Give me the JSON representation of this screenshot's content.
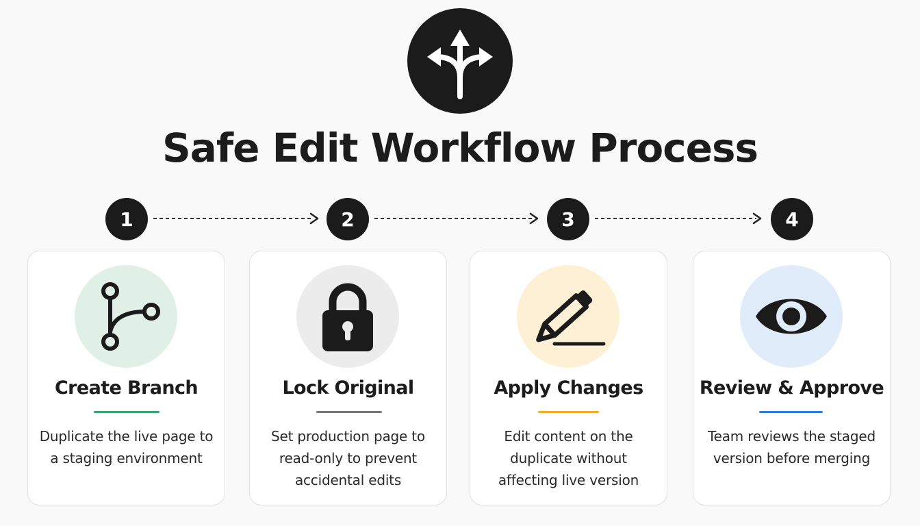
{
  "title": "Safe Edit Workflow Process",
  "hero_icon": "split-arrows-icon",
  "steps": [
    {
      "number": "1",
      "title": "Create Branch",
      "description": "Duplicate the live page to a staging environment",
      "icon": "git-branch-icon",
      "accent": "#3aa374",
      "icon_bg": "#e1f0e7"
    },
    {
      "number": "2",
      "title": "Lock Original",
      "description": "Set production page to read-only to prevent accidental edits",
      "icon": "lock-icon",
      "accent": "#777777",
      "icon_bg": "#ececec"
    },
    {
      "number": "3",
      "title": "Apply Changes",
      "description": "Edit content on the duplicate without affecting live version",
      "icon": "pencil-icon",
      "accent": "#f1ad2b",
      "icon_bg": "#fdf0d4"
    },
    {
      "number": "4",
      "title": "Review & Approve",
      "description": "Team reviews the staged version before merging",
      "icon": "eye-icon",
      "accent": "#2f7de0",
      "icon_bg": "#e1ecfb"
    }
  ]
}
